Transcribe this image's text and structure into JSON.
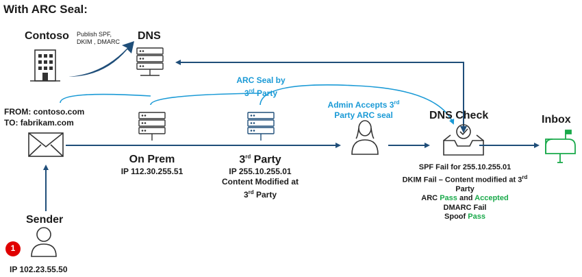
{
  "title": "With ARC Seal:",
  "contoso": {
    "label": "Contoso",
    "publish_line1": "Publish SPF,",
    "publish_line2": "DKIM , DMARC"
  },
  "dns": {
    "label": "DNS"
  },
  "arc_seal": {
    "line1": "ARC Seal by",
    "line2_prefix": "3",
    "line2_sup": "rd",
    "line2_suffix": " Party"
  },
  "admin": {
    "line1": "Admin Accepts 3",
    "line1_sup": "rd",
    "line2": "Party ARC seal"
  },
  "from_to": {
    "from": "FROM: contoso.com",
    "to": "TO: fabrikam.com"
  },
  "on_prem": {
    "label": "On Prem",
    "ip": "IP 112.30.255.51"
  },
  "third_party": {
    "label_prefix": "3",
    "label_sup": "rd",
    "label_suffix": " Party",
    "ip": "IP 255.10.255.01",
    "content_line1": "Content Modified at",
    "content_line2_prefix": "3",
    "content_line2_sup": "rd",
    "content_line2_suffix": " Party"
  },
  "dns_check": {
    "label": "DNS Check",
    "spf": "SPF Fail for 255.10.255.01",
    "dkim_line1": "DKIM Fail – Content modified at 3",
    "dkim_sup": "rd",
    "dkim_line2": "Party",
    "arc_prefix": "ARC ",
    "arc_pass": "Pass",
    "arc_and": " and ",
    "arc_accepted": "Accepted",
    "dmarc": "DMARC Fail",
    "spoof_prefix": "Spoof ",
    "spoof_pass": "Pass"
  },
  "inbox": {
    "label": "Inbox"
  },
  "sender": {
    "label": "Sender",
    "ip": "IP 102.23.55.50",
    "step": "1"
  },
  "colors": {
    "arrow": "#1f4e79",
    "arc": "#1a9ad6",
    "green": "#19a94a",
    "badge": "#e00000"
  }
}
